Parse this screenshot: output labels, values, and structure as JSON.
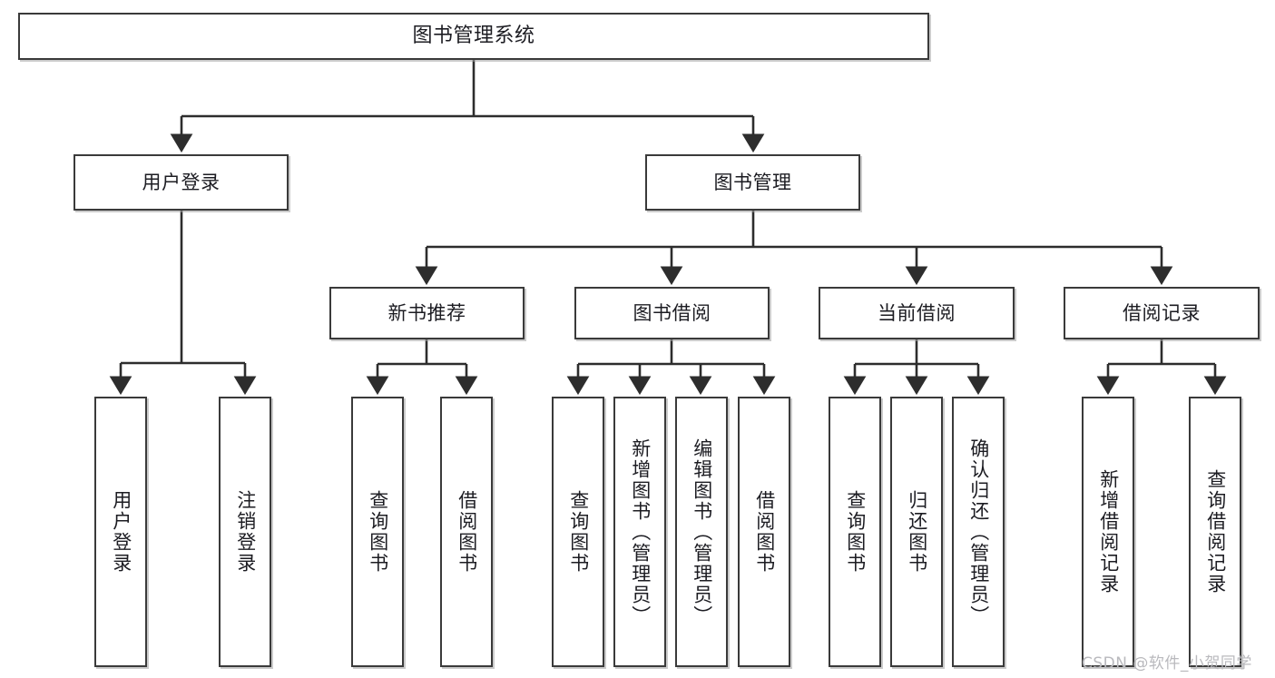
{
  "diagram": {
    "title": "图书管理系统",
    "type": "tree-hierarchy",
    "watermark": "CSDN @软件_小贺同学",
    "colors": {
      "box_border": "#3a3a3a",
      "box_fill": "#ffffff",
      "edge": "#2d2d2d",
      "text": "#1c1c22",
      "watermark": "#b9b9bd",
      "background": "#ffffff"
    },
    "nodes": {
      "root": {
        "label": "图书管理系统",
        "level": 0,
        "orientation": "horizontal"
      },
      "user_login": {
        "label": "用户登录",
        "level": 1,
        "orientation": "horizontal"
      },
      "book_manage": {
        "label": "图书管理",
        "level": 1,
        "orientation": "horizontal"
      },
      "new_book_rec": {
        "label": "新书推荐",
        "level": 2,
        "orientation": "horizontal"
      },
      "book_borrow": {
        "label": "图书借阅",
        "level": 2,
        "orientation": "horizontal"
      },
      "current_borrow": {
        "label": "当前借阅",
        "level": 2,
        "orientation": "horizontal"
      },
      "borrow_record": {
        "label": "借阅记录",
        "level": 2,
        "orientation": "horizontal"
      },
      "leaf_user_login": {
        "label": "用户登录",
        "level": 2,
        "orientation": "vertical"
      },
      "leaf_user_logout": {
        "label": "注销登录",
        "level": 2,
        "orientation": "vertical"
      },
      "leaf_rec_query": {
        "label": "查询图书",
        "level": 3,
        "orientation": "vertical"
      },
      "leaf_rec_borrow": {
        "label": "借阅图书",
        "level": 3,
        "orientation": "vertical"
      },
      "leaf_borrow_query": {
        "label": "查询图书",
        "level": 3,
        "orientation": "vertical"
      },
      "leaf_borrow_add": {
        "label": "新增图书（管理员）",
        "level": 3,
        "orientation": "vertical"
      },
      "leaf_borrow_edit": {
        "label": "编辑图书（管理员）",
        "level": 3,
        "orientation": "vertical"
      },
      "leaf_borrow_do": {
        "label": "借阅图书",
        "level": 3,
        "orientation": "vertical"
      },
      "leaf_cur_query": {
        "label": "查询图书",
        "level": 3,
        "orientation": "vertical"
      },
      "leaf_cur_return": {
        "label": "归还图书",
        "level": 3,
        "orientation": "vertical"
      },
      "leaf_cur_confirm": {
        "label": "确认归还（管理员）",
        "level": 3,
        "orientation": "vertical"
      },
      "leaf_rec_add": {
        "label": "新增借阅记录",
        "level": 3,
        "orientation": "vertical"
      },
      "leaf_rec_query2": {
        "label": "查询借阅记录",
        "level": 3,
        "orientation": "vertical"
      }
    },
    "edges": [
      {
        "from": "root",
        "to": "user_login"
      },
      {
        "from": "root",
        "to": "book_manage"
      },
      {
        "from": "user_login",
        "to": "leaf_user_login"
      },
      {
        "from": "user_login",
        "to": "leaf_user_logout"
      },
      {
        "from": "book_manage",
        "to": "new_book_rec"
      },
      {
        "from": "book_manage",
        "to": "book_borrow"
      },
      {
        "from": "book_manage",
        "to": "current_borrow"
      },
      {
        "from": "book_manage",
        "to": "borrow_record"
      },
      {
        "from": "new_book_rec",
        "to": "leaf_rec_query"
      },
      {
        "from": "new_book_rec",
        "to": "leaf_rec_borrow"
      },
      {
        "from": "book_borrow",
        "to": "leaf_borrow_query"
      },
      {
        "from": "book_borrow",
        "to": "leaf_borrow_add"
      },
      {
        "from": "book_borrow",
        "to": "leaf_borrow_edit"
      },
      {
        "from": "book_borrow",
        "to": "leaf_borrow_do"
      },
      {
        "from": "current_borrow",
        "to": "leaf_cur_query"
      },
      {
        "from": "current_borrow",
        "to": "leaf_cur_return"
      },
      {
        "from": "current_borrow",
        "to": "leaf_cur_confirm"
      },
      {
        "from": "borrow_record",
        "to": "leaf_rec_add"
      },
      {
        "from": "borrow_record",
        "to": "leaf_rec_query2"
      }
    ]
  }
}
